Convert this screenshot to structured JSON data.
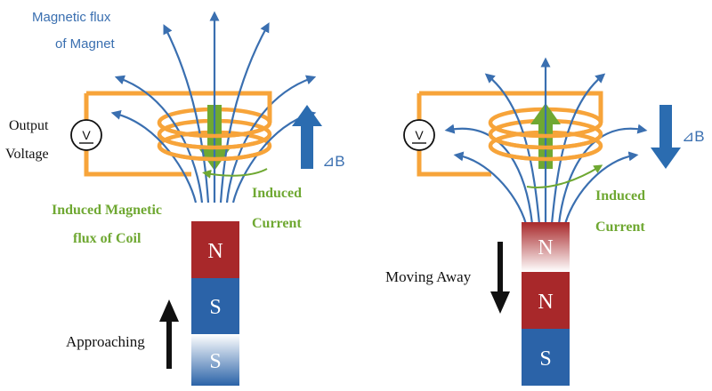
{
  "colors": {
    "flux": "#3a6fb0",
    "coil": "#f7a43a",
    "induced": "#6fa832",
    "north": "#a8282a",
    "south": "#2b63a8",
    "delta_arrow": "#2b6cb0",
    "text_dark": "#111111"
  },
  "left": {
    "flux_label_line1": "Magnetic flux",
    "flux_label_line2": "of Magnet",
    "output_line1": "Output",
    "output_line2": "Voltage",
    "voltmeter_symbol": "V",
    "delta_b": "⊿B",
    "induced_current_line1": "Induced",
    "induced_current_line2": "Current",
    "induced_flux_line1": "Induced Magnetic",
    "induced_flux_line2": "flux of Coil",
    "magnet_n": "N",
    "magnet_s": "S",
    "magnet_s_ghost": "S",
    "motion_label": "Approaching"
  },
  "right": {
    "voltmeter_symbol": "V",
    "delta_b": "⊿B",
    "induced_current_line1": "Induced",
    "induced_current_line2": "Current",
    "magnet_n_ghost": "N",
    "magnet_n": "N",
    "magnet_s": "S",
    "motion_label": "Moving Away"
  }
}
